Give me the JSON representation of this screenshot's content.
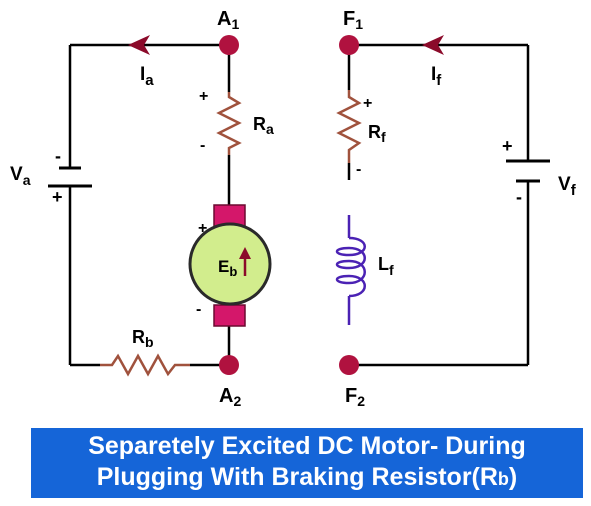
{
  "labels": {
    "A1": {
      "main": "A",
      "sub": "1"
    },
    "A2": {
      "main": "A",
      "sub": "2"
    },
    "F1": {
      "main": "F",
      "sub": "1"
    },
    "F2": {
      "main": "F",
      "sub": "2"
    },
    "Ia": {
      "main": "I",
      "sub": "a"
    },
    "If": {
      "main": "I",
      "sub": "f"
    },
    "Ra": {
      "main": "R",
      "sub": "a"
    },
    "Rf": {
      "main": "R",
      "sub": "f"
    },
    "Rb": {
      "main": "R",
      "sub": "b"
    },
    "Va": {
      "main": "V",
      "sub": "a"
    },
    "Vf": {
      "main": "V",
      "sub": "f"
    },
    "Lf": {
      "main": "L",
      "sub": "f"
    },
    "Eb": {
      "main": "E",
      "sub": "b"
    }
  },
  "signs": {
    "plus": "+",
    "minus": "-"
  },
  "caption": {
    "line1": "Separetely Excited DC Motor- During",
    "line2_main": "Plugging With Braking Resistor(R",
    "line2_sub": "b",
    "line2_end": ")"
  },
  "colors": {
    "wire": "#000000",
    "terminal": "#b0123f",
    "resistor": "#a0523d",
    "inductor": "#4b22b4",
    "motor_body": "#d2ed8d",
    "brush": "#d4176a",
    "arrow": "#8b0a2a",
    "caption_bg": "#1565d8",
    "caption_text": "#ffffff"
  }
}
